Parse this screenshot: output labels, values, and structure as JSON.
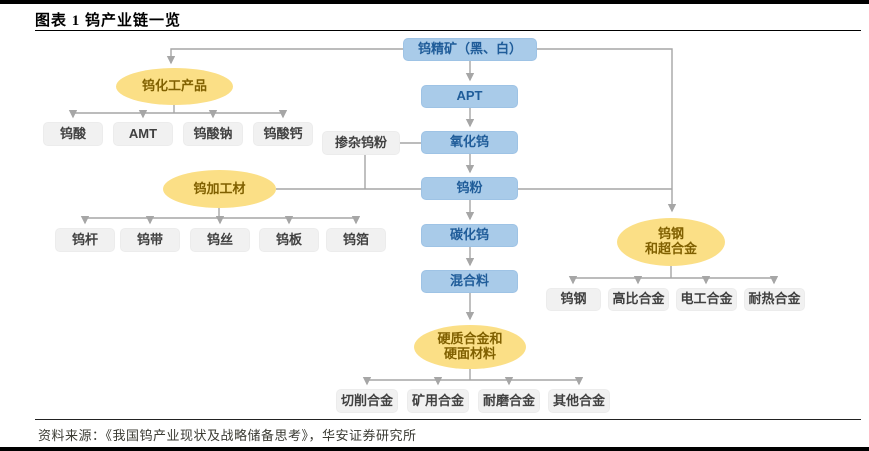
{
  "header": {
    "title": "图表 1 钨产业链一览"
  },
  "footer": {
    "source": "资料来源：《我国钨产业现状及战略储备思考》，华安证券研究所"
  },
  "colors": {
    "chain_box_fill": "#a9cbe9",
    "chain_box_text": "#1f5c99",
    "ellipse_fill": "#fbdf86",
    "ellipse_text": "#806000",
    "leaf_box_fill": "#f1f1f1",
    "leaf_box_text": "#404040",
    "connector": "#a6a6a6"
  },
  "nodes": {
    "chain": [
      {
        "label": "钨精矿（黑、白）"
      },
      {
        "label": "APT"
      },
      {
        "label": "氧化钨"
      },
      {
        "label": "钨粉"
      },
      {
        "label": "碳化钨"
      },
      {
        "label": "混合料"
      }
    ],
    "doped": {
      "label": "掺杂钨粉"
    },
    "groups": [
      {
        "label": "钨化工产品",
        "children": [
          "钨酸",
          "AMT",
          "钨酸钠",
          "钨酸钙"
        ]
      },
      {
        "label": "钨加工材",
        "children": [
          "钨杆",
          "钨带",
          "钨丝",
          "钨板",
          "钨箔"
        ]
      },
      {
        "label": "钨钢和超合金",
        "label_line1": "钨钢",
        "label_line2": "和超合金",
        "children": [
          "钨钢",
          "高比合金",
          "电工合金",
          "耐热合金"
        ]
      },
      {
        "label": "硬质合金和硬面材料",
        "label_line1": "硬质合金和",
        "label_line2": "硬面材料",
        "children": [
          "切削合金",
          "矿用合金",
          "耐磨合金",
          "其他合金"
        ]
      }
    ]
  }
}
